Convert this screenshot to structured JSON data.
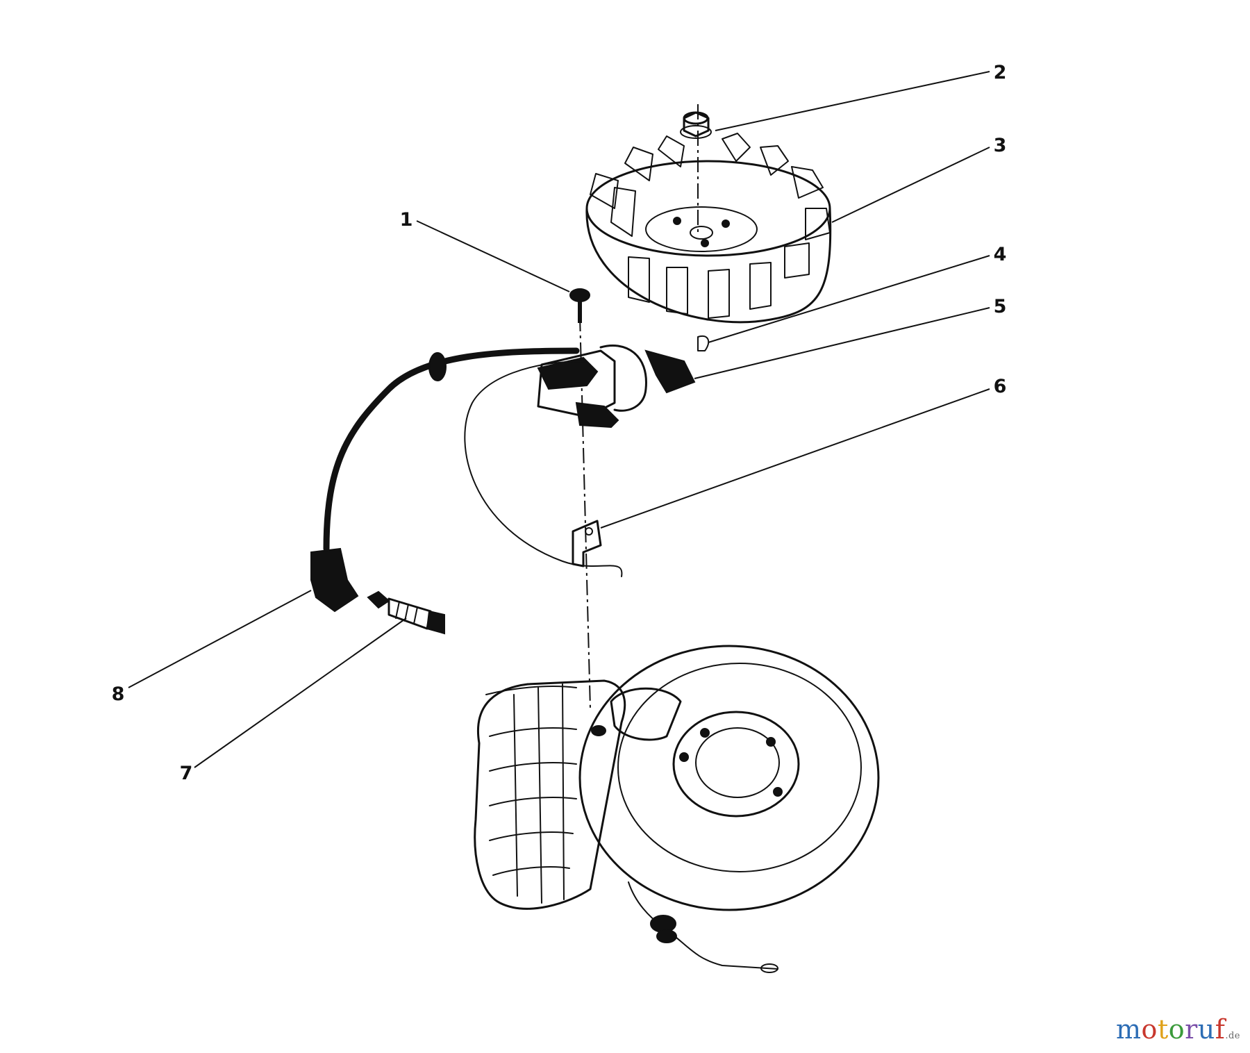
{
  "callouts": [
    {
      "id": "1",
      "text": "1"
    },
    {
      "id": "2",
      "text": "2"
    },
    {
      "id": "3",
      "text": "3"
    },
    {
      "id": "4",
      "text": "4"
    },
    {
      "id": "5",
      "text": "5"
    },
    {
      "id": "6",
      "text": "6"
    },
    {
      "id": "7",
      "text": "7"
    },
    {
      "id": "8",
      "text": "8"
    }
  ],
  "watermark": {
    "letters": [
      "m",
      "o",
      "t",
      "o",
      "r",
      "u",
      "f"
    ],
    "letter_colors": [
      "#2d6db5",
      "#c8372d",
      "#e0a21b",
      "#3a9a3a",
      "#7b4fa8",
      "#2d6db5",
      "#c8372d"
    ],
    "suffix": ".de"
  },
  "colors": {
    "ink": "#111111",
    "background": "#ffffff"
  }
}
